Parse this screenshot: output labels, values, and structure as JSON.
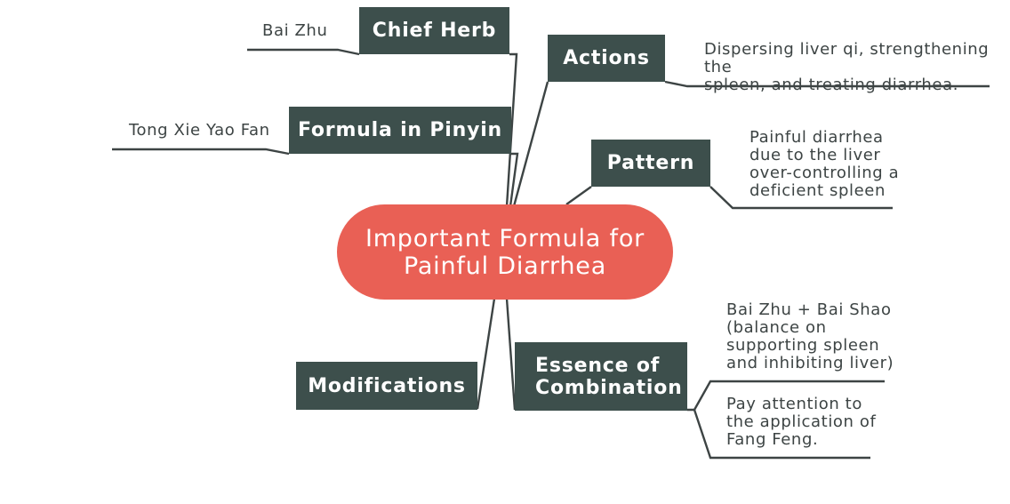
{
  "central": "Important Formula for\nPainful Diarrhea",
  "branches": {
    "chief_herb": {
      "label": "Chief Herb",
      "leaf": "Bai Zhu"
    },
    "formula_pinyin": {
      "label": "Formula in Pinyin",
      "leaf": "Tong Xie Yao Fan"
    },
    "actions": {
      "label": "Actions",
      "leaf": "Dispersing liver qi, strengthening the\nspleen, and treating diarrhea."
    },
    "pattern": {
      "label": "Pattern",
      "leaf": "Painful diarrhea\ndue to the liver\nover-controlling a\ndeficient spleen"
    },
    "essence": {
      "label": "Essence of\nCombination",
      "leaves": [
        "Bai Zhu + Bai Shao\n(balance on\nsupporting spleen\nand inhibiting liver)",
        "Pay attention to\nthe application of\nFang Feng."
      ]
    },
    "modifications": {
      "label": "Modifications"
    }
  },
  "colors": {
    "node": "#3d4f4c",
    "central": "#e96055",
    "line": "#3d4444",
    "text": "#3d4444"
  }
}
